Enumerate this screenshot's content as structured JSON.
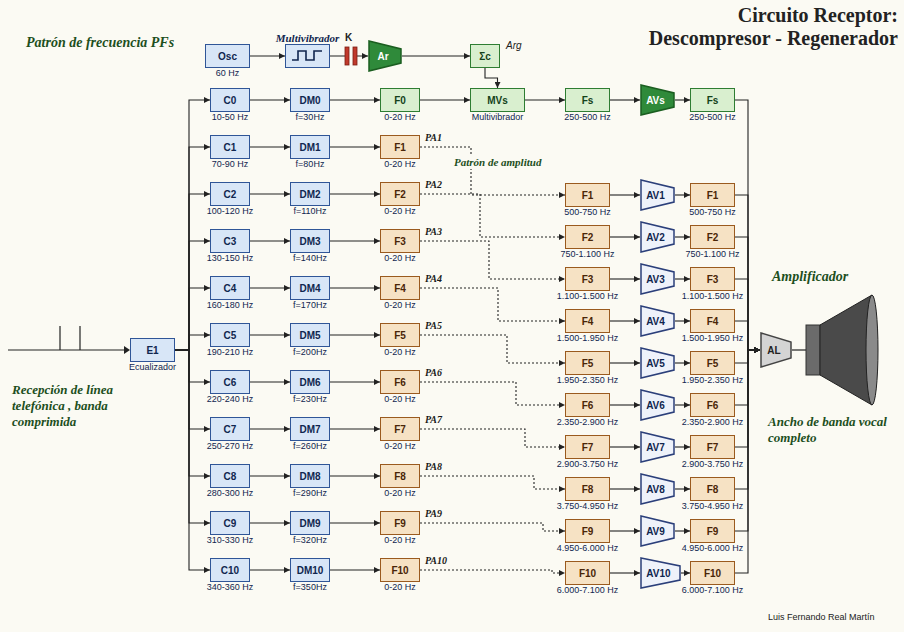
{
  "diagram": {
    "title": "Circuito Receptor: Descompresor - Regenerador",
    "nodes": [
      {
        "text": [
          "Osc",
          "60 Hz"
        ]
      },
      {
        "text": [
          "Multivibrador"
        ]
      },
      {
        "text": [
          "Ar"
        ]
      },
      {
        "text": [
          "Σc"
        ]
      },
      {
        "text": [
          "E1",
          "Ecualizador"
        ]
      },
      {
        "text": [
          "C0",
          "10-50 Hz"
        ]
      },
      {
        "text": [
          "C1",
          "70-90 Hz"
        ]
      },
      {
        "text": [
          "C2",
          "100-120 Hz"
        ]
      },
      {
        "text": [
          "C3",
          "130-150 Hz"
        ]
      },
      {
        "text": [
          "C4",
          "160-180 Hz"
        ]
      },
      {
        "text": [
          "C5",
          "190-210 Hz"
        ]
      },
      {
        "text": [
          "C6",
          "220-240 Hz"
        ]
      },
      {
        "text": [
          "C7",
          "250-270 Hz"
        ]
      },
      {
        "text": [
          "C8",
          "280-300 Hz"
        ]
      },
      {
        "text": [
          "C9",
          "310-330 Hz"
        ]
      },
      {
        "text": [
          "C10",
          "340-360 Hz"
        ]
      },
      {
        "text": [
          "DM0",
          "f=30Hz"
        ]
      },
      {
        "text": [
          "DM1",
          "f=80Hz"
        ]
      },
      {
        "text": [
          "DM2",
          "f=110Hz"
        ]
      },
      {
        "text": [
          "DM3",
          "f=140Hz"
        ]
      },
      {
        "text": [
          "DM4",
          "f=170Hz"
        ]
      },
      {
        "text": [
          "DM5",
          "f=200Hz"
        ]
      },
      {
        "text": [
          "DM6",
          "f=230Hz"
        ]
      },
      {
        "text": [
          "DM7",
          "f=260Hz"
        ]
      },
      {
        "text": [
          "DM8",
          "f=290Hz"
        ]
      },
      {
        "text": [
          "DM9",
          "f=320Hz"
        ]
      },
      {
        "text": [
          "DM10",
          "f=350Hz"
        ]
      },
      {
        "text": [
          "F0",
          "0-20 Hz"
        ]
      },
      {
        "text": [
          "F1",
          "0-20 Hz"
        ]
      },
      {
        "text": [
          "F2",
          "0-20 Hz"
        ]
      },
      {
        "text": [
          "F3",
          "0-20 Hz"
        ]
      },
      {
        "text": [
          "F4",
          "0-20 Hz"
        ]
      },
      {
        "text": [
          "F5",
          "0-20 Hz"
        ]
      },
      {
        "text": [
          "F6",
          "0-20 Hz"
        ]
      },
      {
        "text": [
          "F7",
          "0-20 Hz"
        ]
      },
      {
        "text": [
          "F8",
          "0-20 Hz"
        ]
      },
      {
        "text": [
          "F9",
          "0-20 Hz"
        ]
      },
      {
        "text": [
          "F10",
          "0-20 Hz"
        ]
      },
      {
        "text": [
          "MVs",
          "Multivibrador"
        ]
      },
      {
        "text": [
          "Fs",
          "250-500 Hz"
        ]
      },
      {
        "text": [
          "AVs"
        ]
      },
      {
        "text": [
          "Fs",
          "250-500 Hz"
        ]
      },
      {
        "text": [
          "F1",
          "500-750 Hz"
        ]
      },
      {
        "text": [
          "F2",
          "750-1.100 Hz"
        ]
      },
      {
        "text": [
          "F3",
          "1.100-1.500 Hz"
        ]
      },
      {
        "text": [
          "F4",
          "1.500-1.950 Hz"
        ]
      },
      {
        "text": [
          "F5",
          "1.950-2.350 Hz"
        ]
      },
      {
        "text": [
          "F6",
          "2.350-2.900 Hz"
        ]
      },
      {
        "text": [
          "F7",
          "2.900-3.750 Hz"
        ]
      },
      {
        "text": [
          "F8",
          "3.750-4.950 Hz"
        ]
      },
      {
        "text": [
          "F9",
          "4.950-6.000 Hz"
        ]
      },
      {
        "text": [
          "F10",
          "6.000-7.100 Hz"
        ]
      },
      {
        "text": [
          "AV1"
        ]
      },
      {
        "text": [
          "AV2"
        ]
      },
      {
        "text": [
          "AV3"
        ]
      },
      {
        "text": [
          "AV4"
        ]
      },
      {
        "text": [
          "AV5"
        ]
      },
      {
        "text": [
          "AV6"
        ]
      },
      {
        "text": [
          "AV7"
        ]
      },
      {
        "text": [
          "AV8"
        ]
      },
      {
        "text": [
          "AV9"
        ]
      },
      {
        "text": [
          "AV10"
        ]
      },
      {
        "text": [
          "F1",
          "500-750 Hz"
        ]
      },
      {
        "text": [
          "F2",
          "750-1.100 Hz"
        ]
      },
      {
        "text": [
          "F3",
          "1.100-1.500 Hz"
        ]
      },
      {
        "text": [
          "F4",
          "1.500-1.950 Hz"
        ]
      },
      {
        "text": [
          "F5",
          "1.950-2.350 Hz"
        ]
      },
      {
        "text": [
          "F6",
          "2.350-2.900 Hz"
        ]
      },
      {
        "text": [
          "F7",
          "2.900-3.750 Hz"
        ]
      },
      {
        "text": [
          "F8",
          "3.750-4.950 Hz"
        ]
      },
      {
        "text": [
          "F9",
          "4.950-6.000 Hz"
        ]
      },
      {
        "text": [
          "F10",
          "6.000-7.100 Hz"
        ]
      },
      {
        "text": [
          "AL"
        ]
      }
    ],
    "edges": [
      {
        "from": 0,
        "to": 1,
        "arrow": "to"
      },
      {
        "from": 1,
        "to": 2,
        "arrow": "to"
      },
      {
        "from": 2,
        "to": 3,
        "arrow": "to"
      },
      {
        "from": 3,
        "to": 38,
        "arrow": "to"
      },
      {
        "from": 4,
        "to": 5,
        "arrow": "to"
      },
      {
        "from": 4,
        "to": 6,
        "arrow": "to"
      },
      {
        "from": 4,
        "to": 7,
        "arrow": "to"
      },
      {
        "from": 4,
        "to": 8,
        "arrow": "to"
      },
      {
        "from": 4,
        "to": 9,
        "arrow": "to"
      },
      {
        "from": 4,
        "to": 10,
        "arrow": "to"
      },
      {
        "from": 4,
        "to": 11,
        "arrow": "to"
      },
      {
        "from": 4,
        "to": 12,
        "arrow": "to"
      },
      {
        "from": 4,
        "to": 13,
        "arrow": "to"
      },
      {
        "from": 4,
        "to": 14,
        "arrow": "to"
      },
      {
        "from": 4,
        "to": 15,
        "arrow": "to"
      },
      {
        "from": 5,
        "to": 16,
        "arrow": "to"
      },
      {
        "from": 6,
        "to": 17,
        "arrow": "to"
      },
      {
        "from": 7,
        "to": 18,
        "arrow": "to"
      },
      {
        "from": 8,
        "to": 19,
        "arrow": "to"
      },
      {
        "from": 9,
        "to": 20,
        "arrow": "to"
      },
      {
        "from": 10,
        "to": 21,
        "arrow": "to"
      },
      {
        "from": 11,
        "to": 22,
        "arrow": "to"
      },
      {
        "from": 12,
        "to": 23,
        "arrow": "to"
      },
      {
        "from": 13,
        "to": 24,
        "arrow": "to"
      },
      {
        "from": 14,
        "to": 25,
        "arrow": "to"
      },
      {
        "from": 15,
        "to": 26,
        "arrow": "to"
      },
      {
        "from": 16,
        "to": 27,
        "arrow": "to"
      },
      {
        "from": 17,
        "to": 28,
        "arrow": "to"
      },
      {
        "from": 18,
        "to": 29,
        "arrow": "to"
      },
      {
        "from": 19,
        "to": 30,
        "arrow": "to"
      },
      {
        "from": 20,
        "to": 31,
        "arrow": "to"
      },
      {
        "from": 21,
        "to": 32,
        "arrow": "to"
      },
      {
        "from": 22,
        "to": 33,
        "arrow": "to"
      },
      {
        "from": 23,
        "to": 34,
        "arrow": "to"
      },
      {
        "from": 24,
        "to": 35,
        "arrow": "to"
      },
      {
        "from": 25,
        "to": 36,
        "arrow": "to"
      },
      {
        "from": 26,
        "to": 37,
        "arrow": "to"
      },
      {
        "from": 27,
        "to": 38,
        "arrow": "to"
      },
      {
        "from": 28,
        "to": 42,
        "label": "PA1",
        "arrow": "to"
      },
      {
        "from": 29,
        "to": 43,
        "label": "PA2",
        "arrow": "to"
      },
      {
        "from": 30,
        "to": 44,
        "label": "PA3",
        "arrow": "to"
      },
      {
        "from": 31,
        "to": 45,
        "label": "PA4",
        "arrow": "to"
      },
      {
        "from": 32,
        "to": 46,
        "label": "PA5",
        "arrow": "to"
      },
      {
        "from": 33,
        "to": 47,
        "label": "PA6",
        "arrow": "to"
      },
      {
        "from": 34,
        "to": 48,
        "label": "PA7",
        "arrow": "to"
      },
      {
        "from": 35,
        "to": 49,
        "label": "PA8",
        "arrow": "to"
      },
      {
        "from": 36,
        "to": 50,
        "label": "PA9",
        "arrow": "to"
      },
      {
        "from": 37,
        "to": 51,
        "label": "PA10",
        "arrow": "to"
      },
      {
        "from": 38,
        "to": 39,
        "arrow": "to"
      },
      {
        "from": 39,
        "to": 40,
        "arrow": "to"
      },
      {
        "from": 40,
        "to": 41,
        "arrow": "to"
      },
      {
        "from": 42,
        "to": 52,
        "arrow": "to"
      },
      {
        "from": 43,
        "to": 53,
        "arrow": "to"
      },
      {
        "from": 44,
        "to": 54,
        "arrow": "to"
      },
      {
        "from": 45,
        "to": 55,
        "arrow": "to"
      },
      {
        "from": 46,
        "to": 56,
        "arrow": "to"
      },
      {
        "from": 47,
        "to": 57,
        "arrow": "to"
      },
      {
        "from": 48,
        "to": 58,
        "arrow": "to"
      },
      {
        "from": 49,
        "to": 59,
        "arrow": "to"
      },
      {
        "from": 50,
        "to": 60,
        "arrow": "to"
      },
      {
        "from": 51,
        "to": 61,
        "arrow": "to"
      },
      {
        "from": 52,
        "to": 62,
        "arrow": "to"
      },
      {
        "from": 53,
        "to": 63,
        "arrow": "to"
      },
      {
        "from": 54,
        "to": 64,
        "arrow": "to"
      },
      {
        "from": 55,
        "to": 65,
        "arrow": "to"
      },
      {
        "from": 56,
        "to": 66,
        "arrow": "to"
      },
      {
        "from": 57,
        "to": 67,
        "arrow": "to"
      },
      {
        "from": 58,
        "to": 68,
        "arrow": "to"
      },
      {
        "from": 59,
        "to": 69,
        "arrow": "to"
      },
      {
        "from": 60,
        "to": 70,
        "arrow": "to"
      },
      {
        "from": 61,
        "to": 71,
        "arrow": "to"
      },
      {
        "from": 41,
        "to": 72,
        "arrow": "to"
      },
      {
        "from": 62,
        "to": 72,
        "arrow": "to"
      },
      {
        "from": 63,
        "to": 72,
        "arrow": "to"
      },
      {
        "from": 64,
        "to": 72,
        "arrow": "to"
      },
      {
        "from": 65,
        "to": 72,
        "arrow": "to"
      },
      {
        "from": 66,
        "to": 72,
        "arrow": "to"
      },
      {
        "from": 67,
        "to": 72,
        "arrow": "to"
      },
      {
        "from": 68,
        "to": 72,
        "arrow": "to"
      },
      {
        "from": 69,
        "to": 72,
        "arrow": "to"
      },
      {
        "from": 70,
        "to": 72,
        "arrow": "to"
      },
      {
        "from": 71,
        "to": 72,
        "arrow": "to"
      }
    ],
    "labels": [
      "Patrón de frecuencia PFs",
      "Recepción de línea telefónica , banda comprimida",
      "Patrón de amplitud",
      "K",
      "Arg",
      "Amplificador",
      "Ancho de banda vocal completo",
      "Luis Fernando Real Martín"
    ]
  }
}
